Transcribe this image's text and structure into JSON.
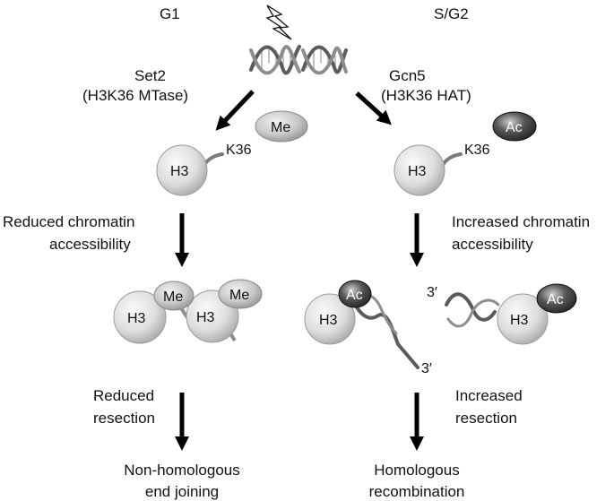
{
  "phases": {
    "left": "G1",
    "right": "S/G2"
  },
  "left": {
    "enzyme": "Set2",
    "enzyme_role": "(H3K36 MTase)",
    "histone": "H3",
    "residue": "K36",
    "mark": "Me",
    "accessibility_line1": "Reduced chromatin",
    "accessibility_line2": "accessibility",
    "resection_line1": "Reduced",
    "resection_line2": "resection",
    "outcome_line1": "Non-homologous",
    "outcome_line2": "end joining"
  },
  "right": {
    "enzyme": "Gcn5",
    "enzyme_role": "(H3K36 HAT)",
    "histone": "H3",
    "residue": "K36",
    "mark": "Ac",
    "accessibility_line1": "Increased chromatin",
    "accessibility_line2": "accessibility",
    "resection_line1": "Increased",
    "resection_line2": "resection",
    "outcome_line1": "Homologous",
    "outcome_line2": "recombination"
  },
  "dna_end_label": "3′",
  "icons": [
    "lightning-bolt-icon",
    "dna-double-helix-icon",
    "histone-h3-icon",
    "methyl-mark-icon",
    "acetyl-mark-icon"
  ],
  "colors": {
    "histone": "#d9d9d9",
    "methyl": "#bdbdbd",
    "acetyl": "#3a3a3a",
    "arrow": "#000000"
  }
}
